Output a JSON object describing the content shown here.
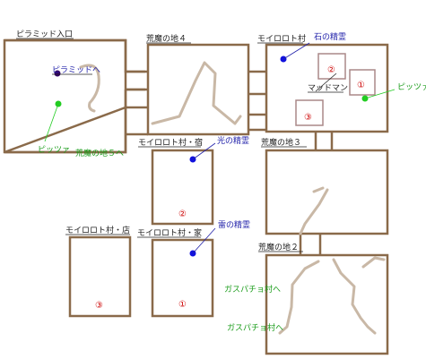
{
  "labels": {
    "pyramid_entrance": "ピラミッド入口",
    "wasteland4": "荒魔の地４",
    "moiroro_village": "モイロロト村",
    "stone_spirit": "石の精霊",
    "to_pyramid": "ピラミッドへ",
    "madman": "マッドマン",
    "piccia_right": "ピッツァ",
    "piccia_left": "ピッツァ",
    "to_wasteland5": "荒魔の地５へ",
    "inn": "モイロロト村・宿",
    "light_spirit": "光の精霊",
    "wasteland3": "荒魔の地３",
    "shop": "モイロロト村・店",
    "house": "モイロロト村・家",
    "thunder_spirit": "雷の精霊",
    "wasteland2": "荒魔の地２",
    "to_gaspacho1": "ガスパチョ村へ",
    "to_gaspacho2": "ガスパチョ村へ"
  },
  "markers": {
    "n1_village": "①",
    "n2_village": "②",
    "n3_village": "③",
    "n2_inn": "②",
    "n3_shop": "③",
    "n1_house": "①"
  },
  "colors": {
    "wall": "#8a6a4a",
    "path": "#c9b8a6",
    "green_dot": "#22cc22",
    "blue_dot": "#1111dd",
    "purple_dot": "#330066",
    "number": "#cc0000"
  }
}
